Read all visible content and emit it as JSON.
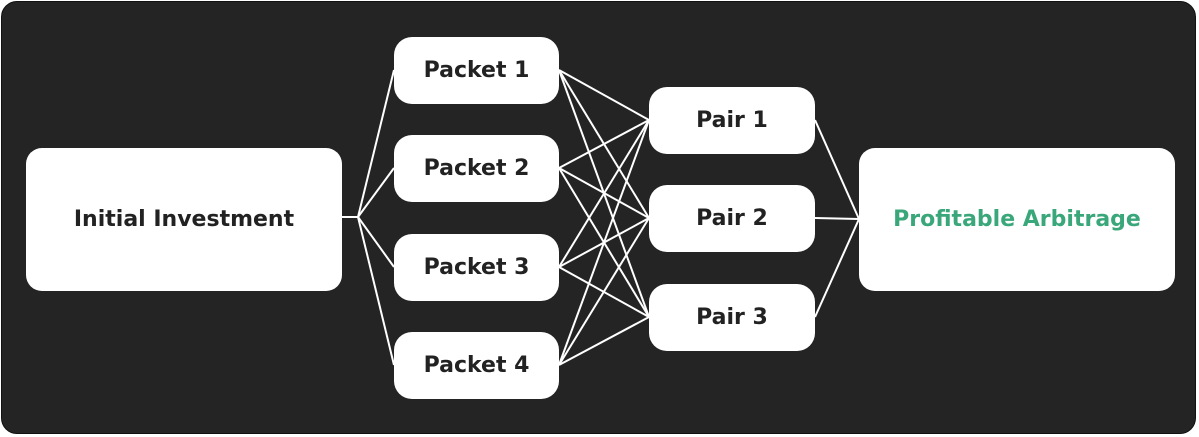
{
  "nodes": {
    "source": {
      "label": "Initial Investment"
    },
    "packets": [
      {
        "label": "Packet 1"
      },
      {
        "label": "Packet 2"
      },
      {
        "label": "Packet 3"
      },
      {
        "label": "Packet 4"
      }
    ],
    "pairs": [
      {
        "label": "Pair 1"
      },
      {
        "label": "Pair 2"
      },
      {
        "label": "Pair 3"
      }
    ],
    "target": {
      "label": "Profitable Arbitrage"
    }
  },
  "colors": {
    "background": "#242424",
    "node_fill": "#ffffff",
    "node_text": "#222222",
    "accent_text": "#3aa77a",
    "connector": "#ffffff"
  }
}
